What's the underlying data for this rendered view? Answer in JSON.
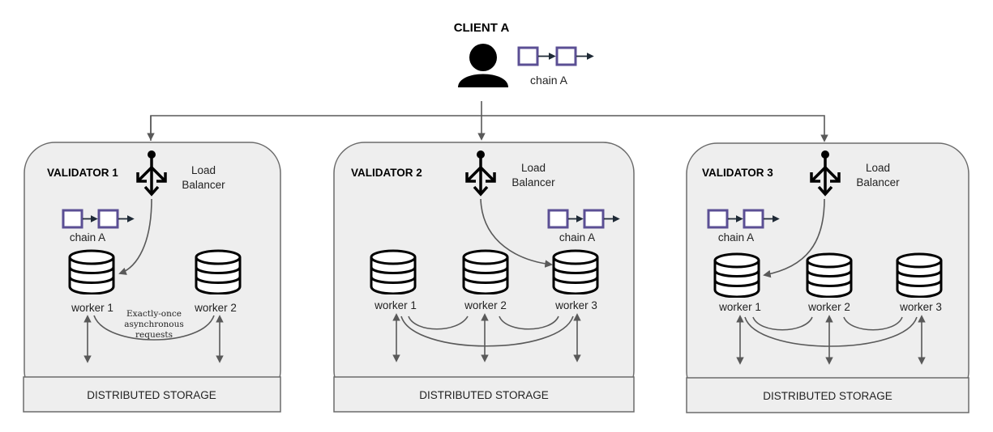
{
  "client": {
    "title": "CLIENT A",
    "icon": "user-icon",
    "chain_label": "chain A"
  },
  "validators": [
    {
      "title": "VALIDATOR 1",
      "load_balancer": [
        "Load",
        "Balancer"
      ],
      "chain_label": "chain A",
      "workers": [
        "worker 1",
        "worker 2"
      ],
      "annotation": [
        "Exactly-once",
        "asynchronous",
        "requests"
      ],
      "storage_label": "DISTRIBUTED STORAGE"
    },
    {
      "title": "VALIDATOR 2",
      "load_balancer": [
        "Load",
        "Balancer"
      ],
      "chain_label": "chain A",
      "workers": [
        "worker 1",
        "worker 2",
        "worker 3"
      ],
      "storage_label": "DISTRIBUTED STORAGE"
    },
    {
      "title": "VALIDATOR 3",
      "load_balancer": [
        "Load",
        "Balancer"
      ],
      "chain_label": "chain A",
      "workers": [
        "worker 1",
        "worker 2",
        "worker 3"
      ],
      "storage_label": "DISTRIBUTED STORAGE"
    }
  ],
  "colors": {
    "chain_block": "#5b4f94",
    "panel_fill": "#eeeeee",
    "connector": "#595959"
  }
}
